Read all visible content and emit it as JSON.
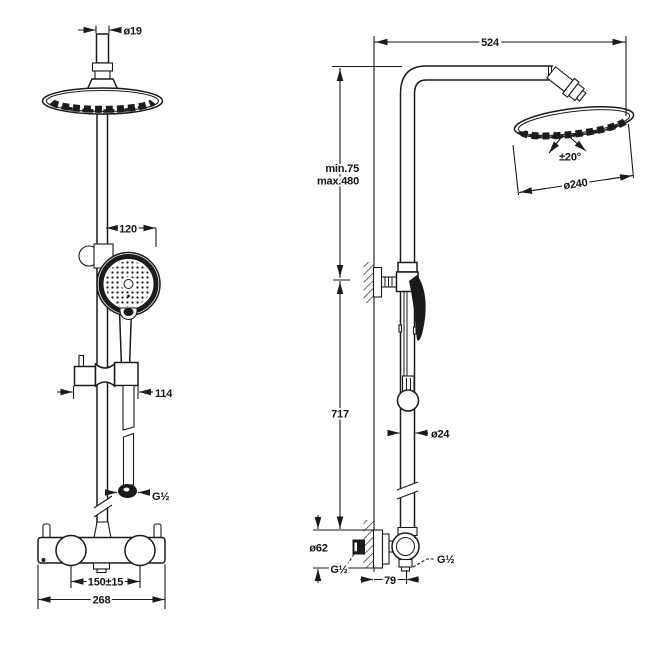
{
  "drawing": {
    "front_view": {
      "pipe_diameter": "ø19",
      "hand_shower_offset": "120",
      "slider_width": "114",
      "hose_thread": "G½",
      "inlet_spacing": "150±15",
      "valve_width": "268"
    },
    "side_view": {
      "arm_reach": "524",
      "height_min": "min.75",
      "height_max": "max.480",
      "head_tilt": "±20°",
      "head_diameter": "ø240",
      "column_height": "717",
      "pipe_diameter": "ø24",
      "flange_diameter": "ø62",
      "supply_thread": "G½",
      "outlet_thread": "G½",
      "wall_distance": "79"
    },
    "colors": {
      "line": "#1a1a1a",
      "background": "#ffffff"
    }
  }
}
